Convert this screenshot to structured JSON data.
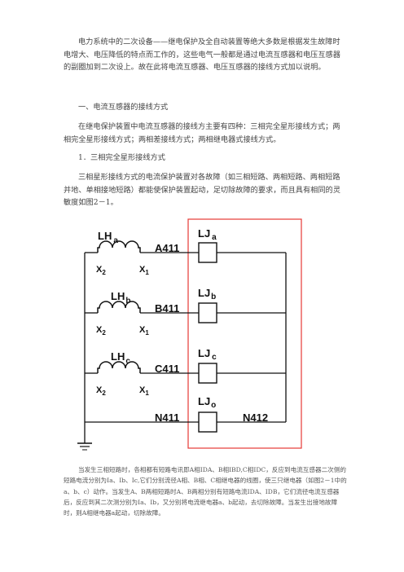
{
  "paragraphs": {
    "intro": "电力系统中的二次设备——继电保护及全自动装置等绝大多数是根据发生故障时电增大、电压降低的特点而工作的，这些电气一般都是通过电流互感器和电压互感器的副圈加到二次设上。故在此将电流互感器、电压互感器的接线方式加以说明。",
    "section_title": "一、电流互感器的接线方式",
    "methods": "在继电保护装置中电流互感器的接线方主要有四种：三相完全星形接线方式；两相完全星形接线方式；两相差接线方式；两相继电器式接线方式。",
    "subsection_title": "1．三相完全星形接线方式",
    "description": "三相星形接线方式的电流保护装置对各故障（如三相短路、两相短路、两相短路并地、单相接地短路）都能使保护装置起动，足切除故障的要求，而且具有相同的灵敏度如图2－1。",
    "bottom": "当发生三相短路时，各相都有短路电讯即A相IDA、B相IBD,C相IDC，反应到电流互感器二次侧的短路电流分别为Ia、Ib、Ic,它们分别流径A相、B相、C相继电器的线圈，使三只继电器（如图2－1中的a、b、c）动作。当发生A、B两相短路时A、B两相分别有短路电流IDA、IDB，它们流径电流互感器后，反应到其二次测分别为Ia、Ib，又分别将电流继电器a、b起动，去切除故障。当发生出接地故障时，则A相继电器a起动，切除故障。"
  },
  "diagram": {
    "ct_main": "LH",
    "relay_main": "LJ",
    "phases": [
      {
        "ct_sub": "a",
        "wire": "A411",
        "relay_sub": "a",
        "x_left": "X",
        "x_left_sub": "2",
        "x_right": "X",
        "x_right_sub": "1"
      },
      {
        "ct_sub": "b",
        "wire": "B411",
        "relay_sub": "b",
        "x_left": "X",
        "x_left_sub": "2",
        "x_right": "X",
        "x_right_sub": "1"
      },
      {
        "ct_sub": "c",
        "wire": "C411",
        "relay_sub": "c",
        "x_left": "X",
        "x_left_sub": "2",
        "x_right": "X",
        "x_right_sub": "1"
      }
    ],
    "neutral_relay_sub": "o",
    "neutral_in": "N411",
    "neutral_out": "N412",
    "colors": {
      "box": "#e53935",
      "line": "#111111"
    }
  }
}
